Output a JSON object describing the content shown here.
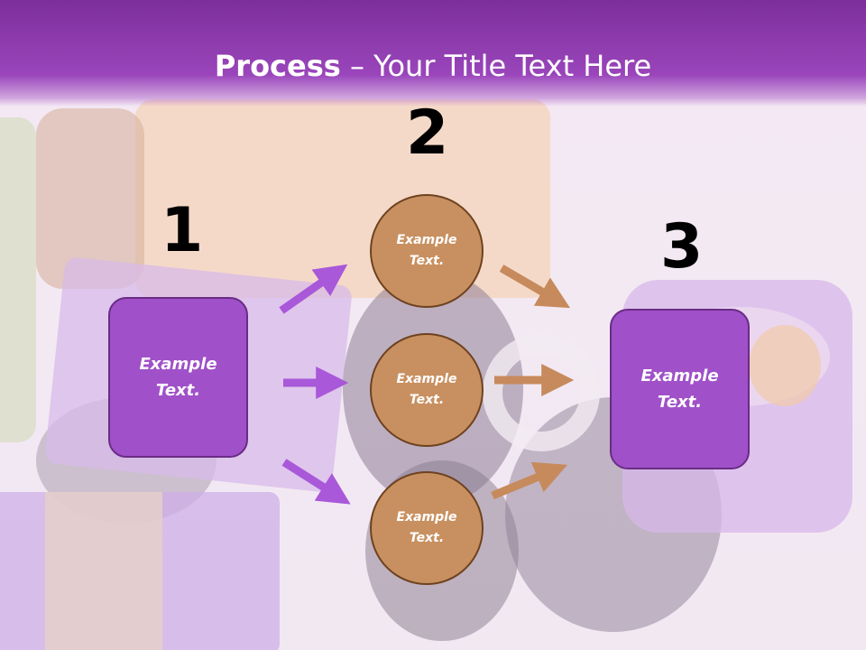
{
  "title": {
    "bold": "Process",
    "rest": " – Your Title Text Here"
  },
  "steps": {
    "one": "1",
    "two": "2",
    "three": "3"
  },
  "boxes": {
    "left": "Example Text.",
    "right": "Example Text."
  },
  "circles": {
    "top": "Example Text.",
    "middle": "Example Text.",
    "bottom": "Example Text."
  },
  "colors": {
    "header": "#8a39ab",
    "box": "#a050c8",
    "circle": "#c89060",
    "arrow_purple": "#a858d8",
    "arrow_brown": "#c68a5c"
  }
}
